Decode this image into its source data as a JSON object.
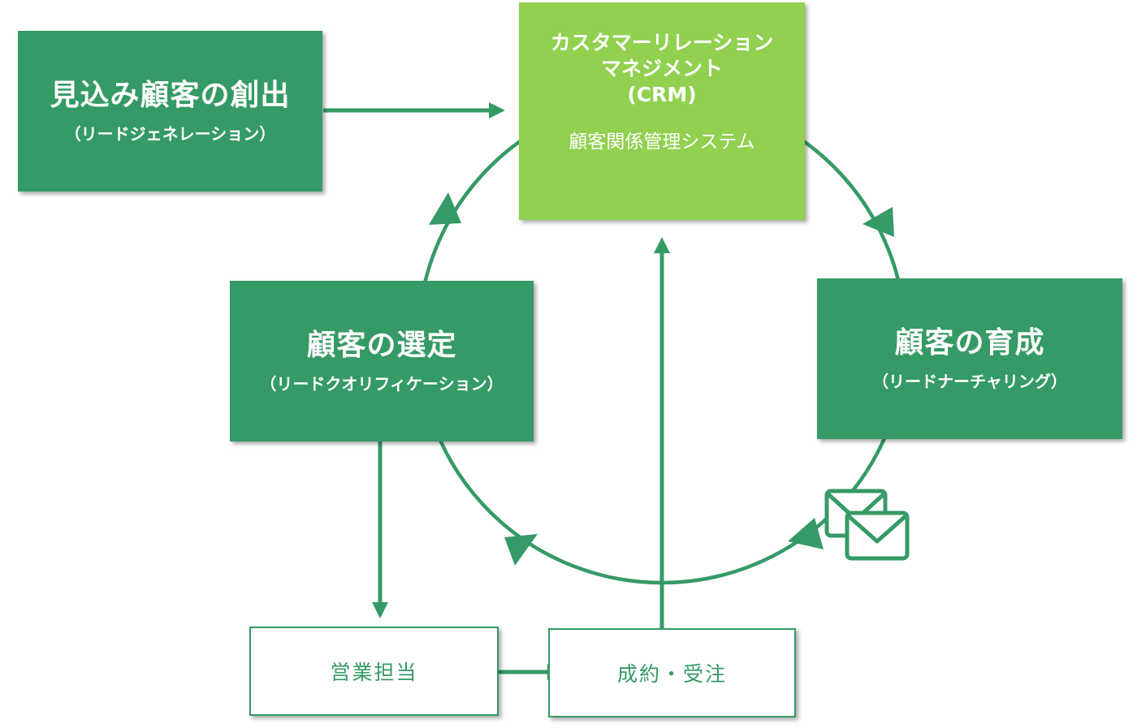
{
  "crm": {
    "line1": "カスタマーリレーション",
    "line2": "マネジメント",
    "line3": "(CRM)",
    "subtitle": "顧客関係管理システム"
  },
  "lead_generation": {
    "title": "見込み顧客の創出",
    "subtitle": "（リードジェネレーション）"
  },
  "lead_nurturing": {
    "title": "顧客の育成",
    "subtitle": "（リードナーチャリング）"
  },
  "lead_qualification": {
    "title": "顧客の選定",
    "subtitle": "（リードクオリフィケーション）"
  },
  "sales": {
    "label": "営業担当"
  },
  "contract": {
    "label": "成約・受注"
  },
  "icons": {
    "email": "envelope-icon"
  },
  "colors": {
    "dark_green": "#359a66",
    "light_green": "#92d050",
    "arrow": "#359a66"
  }
}
